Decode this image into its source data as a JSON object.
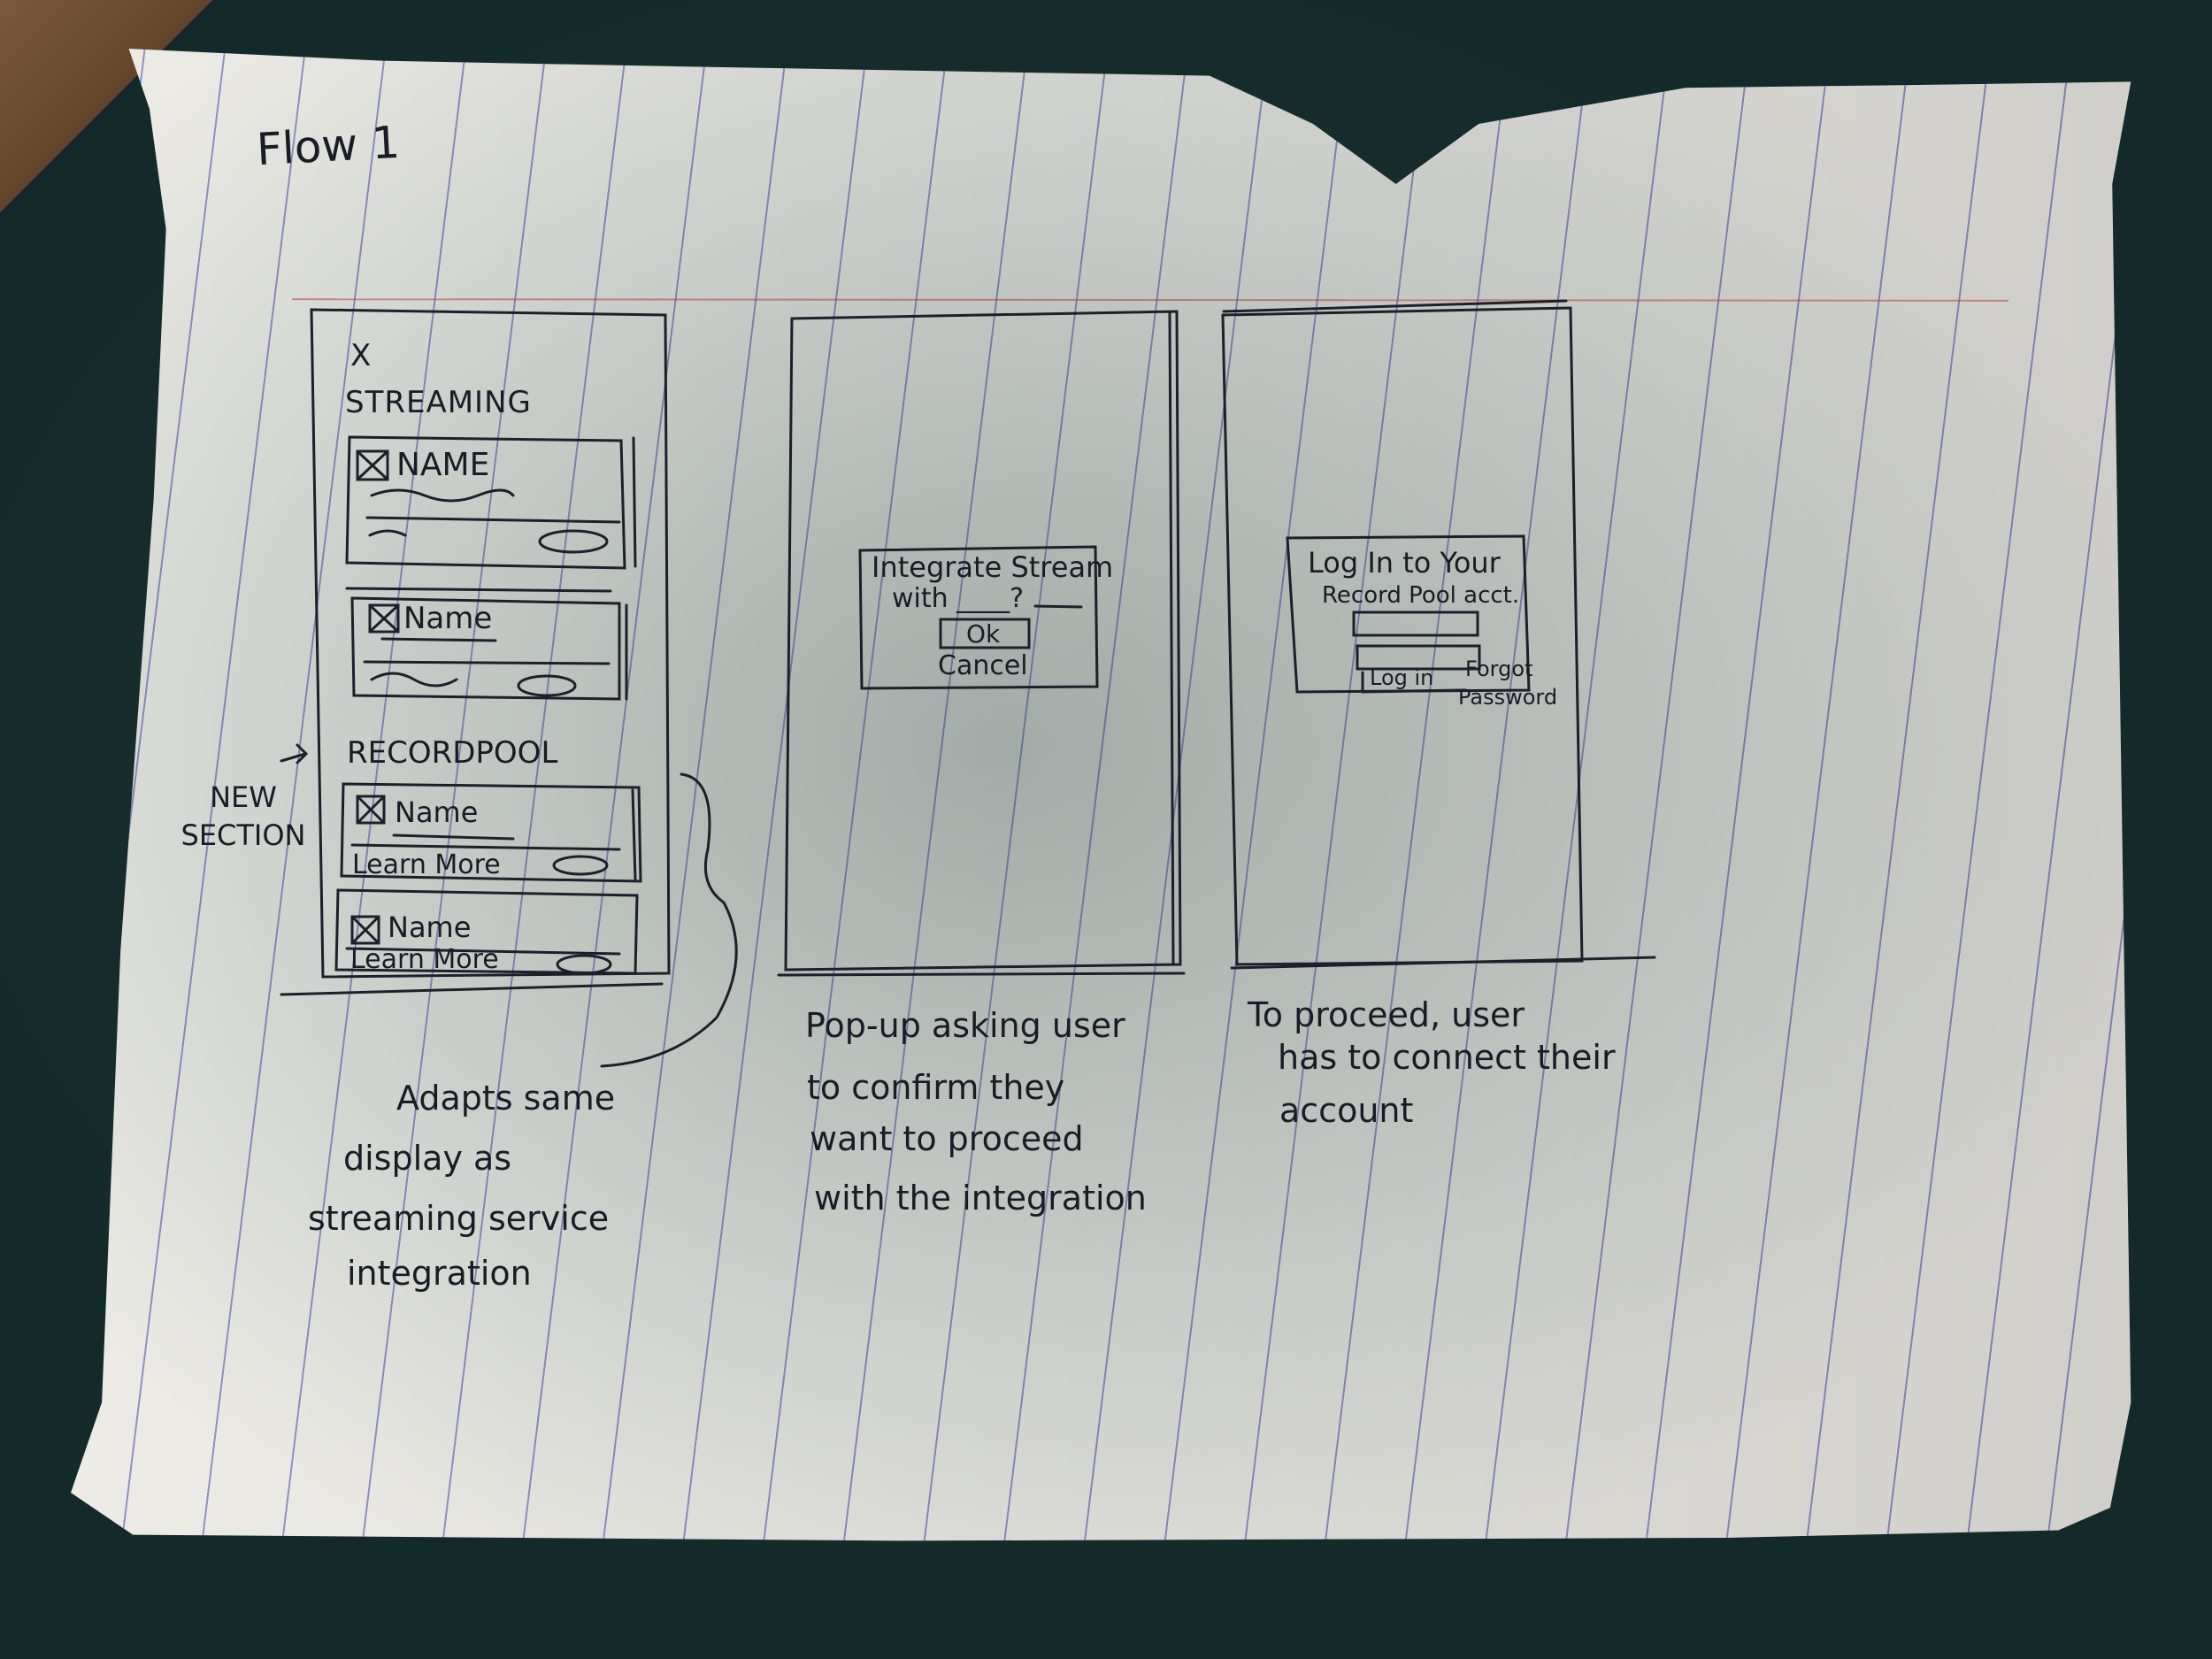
{
  "flow_title": "Flow 1",
  "screen1": {
    "close_glyph": "X",
    "streaming_heading": "STREAMING",
    "streaming_items": [
      {
        "name": "NAME"
      },
      {
        "name": "Name"
      }
    ],
    "new_section_note": "NEW SECTION",
    "recordpool_heading": "RECORDPOOL",
    "recordpool_items": [
      {
        "name": "Name",
        "link": "Learn More"
      },
      {
        "name": "Name",
        "link": "Learn More"
      }
    ],
    "caption": [
      "Adapts same",
      "display as",
      "streaming service",
      "integration"
    ]
  },
  "screen2": {
    "dialog_line1": "Integrate Stream",
    "dialog_line2": "with ____?",
    "ok_label": "Ok",
    "cancel_label": "Cancel",
    "caption": [
      "Pop-up asking user",
      "to confirm they",
      "want to proceed",
      "with the integration"
    ]
  },
  "screen3": {
    "dialog_line1": "Log In to Your",
    "dialog_line2": "Record Pool acct.",
    "login_label": "Log in",
    "forgot_label": "Forgot",
    "password_label": "Password",
    "caption": [
      "To proceed, user",
      "has to connect their",
      "account"
    ]
  }
}
